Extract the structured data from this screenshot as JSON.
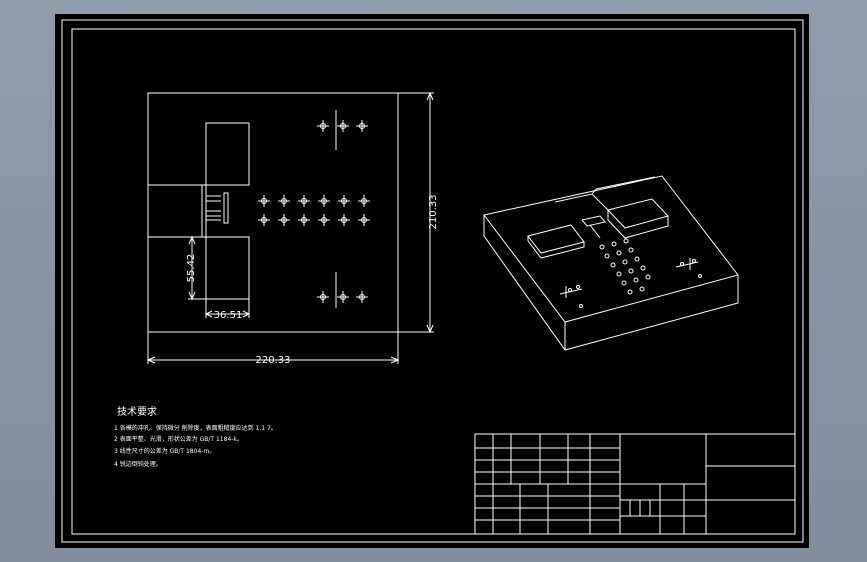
{
  "colors": {
    "background": "#000000",
    "viewport": "#8a98a8",
    "lines": "#ffffff"
  },
  "dimensions": {
    "height": "210.33",
    "width": "220.33",
    "pocket_height": "55.42",
    "pocket_width": "36.51"
  },
  "notes": {
    "title": "技术要求",
    "items": [
      "1 各模的冲孔、保持微分 削除度，表面粗糙度应达到 1.1 7。",
      "2 表面平整、光滑，形状公差为 GB/T 1184-k。",
      "3 线性尺寸的公差为 GB/T 1804-m。",
      "4 锐边倒钝处理。"
    ]
  }
}
